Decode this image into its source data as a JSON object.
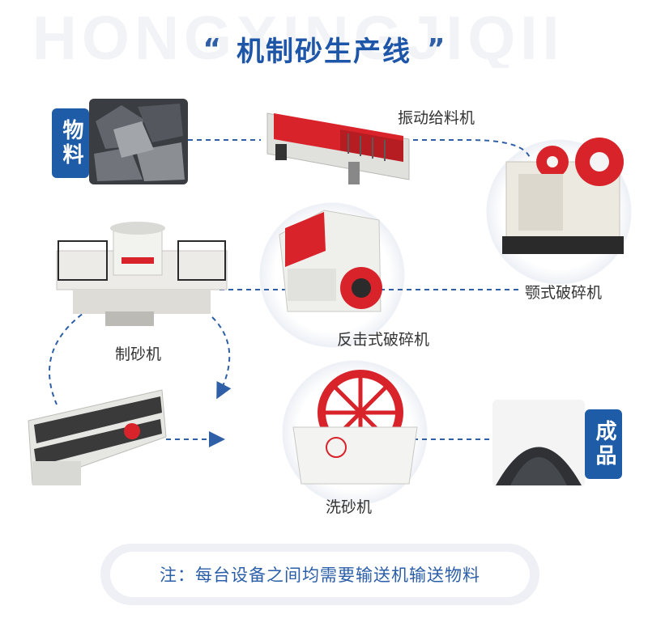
{
  "watermark": "HONGXINGJIQII",
  "title": "机制砂生产线",
  "title_quote_open": "“",
  "title_quote_close": "”",
  "tags": {
    "material": "物料",
    "product": "成品"
  },
  "machines": {
    "feeder": "振动给料机",
    "jaw_crusher": "颚式破碎机",
    "impact_crusher": "反击式破碎机",
    "sand_maker": "制砂机",
    "sand_washer": "洗砂机"
  },
  "note": "注：每台设备之间均需要输送机输送物料",
  "colors": {
    "brand_blue": "#1f5ca8",
    "flow_line": "#2f5fa6",
    "machine_red": "#d8232a",
    "machine_white": "#e9e9e6"
  },
  "icons": [
    "coal-ore-image",
    "vibrating-feeder-image",
    "jaw-crusher-image",
    "impact-crusher-image",
    "vsi-sand-maker-image",
    "vibrating-screen-image",
    "bucket-sand-washer-image",
    "sand-pile-image"
  ]
}
